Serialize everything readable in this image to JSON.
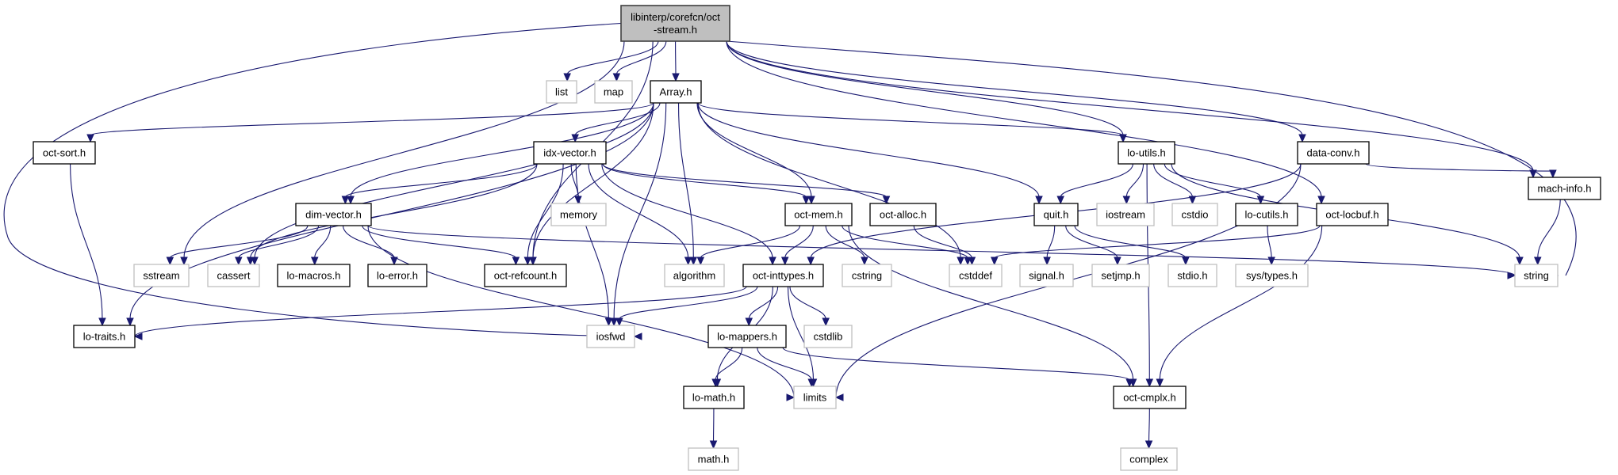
{
  "diagram": {
    "title": "libinterp/corefcn/oct-stream.h include dependency graph",
    "colors": {
      "edge": "#191970",
      "root_fill": "#bfbfbf",
      "internal_border": "#000000",
      "external_border": "#bfbfbf"
    },
    "nodes": [
      {
        "id": "root",
        "lines": [
          "libinterp/corefcn/oct",
          "-stream.h"
        ],
        "kind": "root"
      },
      {
        "id": "list",
        "lines": [
          "list"
        ],
        "kind": "external"
      },
      {
        "id": "map",
        "lines": [
          "map"
        ],
        "kind": "external"
      },
      {
        "id": "array",
        "lines": [
          "Array.h"
        ],
        "kind": "internal"
      },
      {
        "id": "octsort",
        "lines": [
          "oct-sort.h"
        ],
        "kind": "internal"
      },
      {
        "id": "idxvector",
        "lines": [
          "idx-vector.h"
        ],
        "kind": "internal"
      },
      {
        "id": "loutils",
        "lines": [
          "lo-utils.h"
        ],
        "kind": "internal"
      },
      {
        "id": "dataconv",
        "lines": [
          "data-conv.h"
        ],
        "kind": "internal"
      },
      {
        "id": "dimvector",
        "lines": [
          "dim-vector.h"
        ],
        "kind": "internal"
      },
      {
        "id": "memory",
        "lines": [
          "memory"
        ],
        "kind": "external"
      },
      {
        "id": "octmem",
        "lines": [
          "oct-mem.h"
        ],
        "kind": "internal"
      },
      {
        "id": "octalloc",
        "lines": [
          "oct-alloc.h"
        ],
        "kind": "internal"
      },
      {
        "id": "quit",
        "lines": [
          "quit.h"
        ],
        "kind": "internal"
      },
      {
        "id": "iostream",
        "lines": [
          "iostream"
        ],
        "kind": "external"
      },
      {
        "id": "cstdio",
        "lines": [
          "cstdio"
        ],
        "kind": "external"
      },
      {
        "id": "locutils",
        "lines": [
          "lo-cutils.h"
        ],
        "kind": "internal"
      },
      {
        "id": "octlocbuf",
        "lines": [
          "oct-locbuf.h"
        ],
        "kind": "internal"
      },
      {
        "id": "machinfo",
        "lines": [
          "mach-info.h"
        ],
        "kind": "internal"
      },
      {
        "id": "sstream",
        "lines": [
          "sstream"
        ],
        "kind": "external"
      },
      {
        "id": "cassert",
        "lines": [
          "cassert"
        ],
        "kind": "external"
      },
      {
        "id": "lomacros",
        "lines": [
          "lo-macros.h"
        ],
        "kind": "internal"
      },
      {
        "id": "loerror",
        "lines": [
          "lo-error.h"
        ],
        "kind": "internal"
      },
      {
        "id": "octrefcount",
        "lines": [
          "oct-refcount.h"
        ],
        "kind": "internal"
      },
      {
        "id": "algorithm",
        "lines": [
          "algorithm"
        ],
        "kind": "external"
      },
      {
        "id": "octinttypes",
        "lines": [
          "oct-inttypes.h"
        ],
        "kind": "internal"
      },
      {
        "id": "cstring",
        "lines": [
          "cstring"
        ],
        "kind": "external"
      },
      {
        "id": "cstddef",
        "lines": [
          "cstddef"
        ],
        "kind": "external"
      },
      {
        "id": "signal",
        "lines": [
          "signal.h"
        ],
        "kind": "external"
      },
      {
        "id": "setjmp",
        "lines": [
          "setjmp.h"
        ],
        "kind": "external"
      },
      {
        "id": "stdio",
        "lines": [
          "stdio.h"
        ],
        "kind": "external"
      },
      {
        "id": "systypes",
        "lines": [
          "sys/types.h"
        ],
        "kind": "external"
      },
      {
        "id": "string",
        "lines": [
          "string"
        ],
        "kind": "external"
      },
      {
        "id": "lotraits",
        "lines": [
          "lo-traits.h"
        ],
        "kind": "internal"
      },
      {
        "id": "iosfwd",
        "lines": [
          "iosfwd"
        ],
        "kind": "external"
      },
      {
        "id": "lomappers",
        "lines": [
          "lo-mappers.h"
        ],
        "kind": "internal"
      },
      {
        "id": "cstdlib",
        "lines": [
          "cstdlib"
        ],
        "kind": "external"
      },
      {
        "id": "lomath",
        "lines": [
          "lo-math.h"
        ],
        "kind": "internal"
      },
      {
        "id": "limits",
        "lines": [
          "limits"
        ],
        "kind": "external"
      },
      {
        "id": "octcmplx",
        "lines": [
          "oct-cmplx.h"
        ],
        "kind": "internal"
      },
      {
        "id": "mathh",
        "lines": [
          "math.h"
        ],
        "kind": "external"
      },
      {
        "id": "complex",
        "lines": [
          "complex"
        ],
        "kind": "external"
      }
    ],
    "edges": [
      [
        "root",
        "list"
      ],
      [
        "root",
        "map"
      ],
      [
        "root",
        "array"
      ],
      [
        "root",
        "octrefcount"
      ],
      [
        "root",
        "sstream"
      ],
      [
        "root",
        "iosfwd"
      ],
      [
        "root",
        "loutils"
      ],
      [
        "root",
        "dataconv"
      ],
      [
        "root",
        "machinfo"
      ],
      [
        "root",
        "string"
      ],
      [
        "root",
        "octlocbuf"
      ],
      [
        "array",
        "octsort"
      ],
      [
        "array",
        "lotraits"
      ],
      [
        "array",
        "cassert"
      ],
      [
        "array",
        "dimvector"
      ],
      [
        "array",
        "octrefcount"
      ],
      [
        "array",
        "idxvector"
      ],
      [
        "array",
        "iosfwd"
      ],
      [
        "array",
        "algorithm"
      ],
      [
        "array",
        "octmem"
      ],
      [
        "array",
        "cstddef"
      ],
      [
        "array",
        "quit"
      ],
      [
        "array",
        "loutils"
      ],
      [
        "idxvector",
        "dimvector"
      ],
      [
        "idxvector",
        "cassert"
      ],
      [
        "idxvector",
        "octrefcount"
      ],
      [
        "idxvector",
        "memory"
      ],
      [
        "idxvector",
        "iosfwd"
      ],
      [
        "idxvector",
        "algorithm"
      ],
      [
        "idxvector",
        "octmem"
      ],
      [
        "idxvector",
        "octalloc"
      ],
      [
        "idxvector",
        "octinttypes"
      ],
      [
        "dimvector",
        "sstream"
      ],
      [
        "dimvector",
        "cassert"
      ],
      [
        "dimvector",
        "lomacros"
      ],
      [
        "dimvector",
        "loerror"
      ],
      [
        "dimvector",
        "octrefcount"
      ],
      [
        "dimvector",
        "limits"
      ],
      [
        "dimvector",
        "string"
      ],
      [
        "octsort",
        "lotraits"
      ],
      [
        "octmem",
        "algorithm"
      ],
      [
        "octmem",
        "octinttypes"
      ],
      [
        "octmem",
        "cstring"
      ],
      [
        "octmem",
        "cstddef"
      ],
      [
        "octmem",
        "octcmplx"
      ],
      [
        "octalloc",
        "cstddef"
      ],
      [
        "octinttypes",
        "lotraits"
      ],
      [
        "octinttypes",
        "iosfwd"
      ],
      [
        "octinttypes",
        "lomappers"
      ],
      [
        "octinttypes",
        "cstdlib"
      ],
      [
        "octinttypes",
        "limits"
      ],
      [
        "octinttypes",
        "lomath"
      ],
      [
        "lomappers",
        "lomath"
      ],
      [
        "lomappers",
        "limits"
      ],
      [
        "lomappers",
        "octcmplx"
      ],
      [
        "lomath",
        "mathh"
      ],
      [
        "octcmplx",
        "complex"
      ],
      [
        "loutils",
        "quit"
      ],
      [
        "loutils",
        "iostream"
      ],
      [
        "loutils",
        "cstdio"
      ],
      [
        "loutils",
        "locutils"
      ],
      [
        "loutils",
        "string"
      ],
      [
        "loutils",
        "octcmplx"
      ],
      [
        "quit",
        "signal"
      ],
      [
        "quit",
        "setjmp"
      ],
      [
        "quit",
        "stdio"
      ],
      [
        "locutils",
        "systypes"
      ],
      [
        "dataconv",
        "octinttypes"
      ],
      [
        "dataconv",
        "machinfo"
      ],
      [
        "dataconv",
        "limits"
      ],
      [
        "octlocbuf",
        "cstddef"
      ],
      [
        "octlocbuf",
        "octcmplx"
      ],
      [
        "machinfo",
        "string"
      ]
    ]
  }
}
